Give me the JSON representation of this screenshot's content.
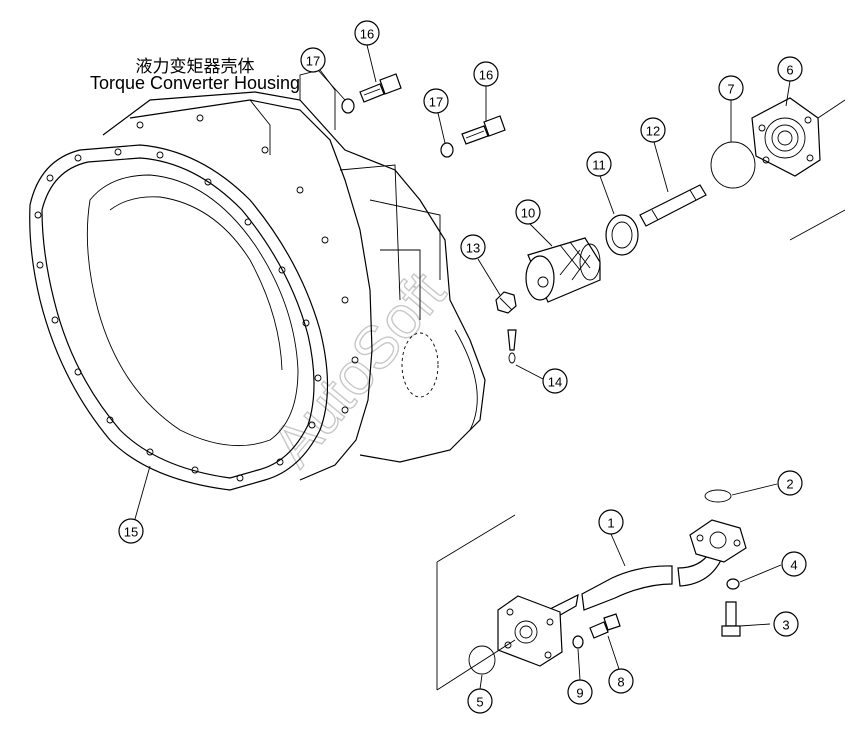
{
  "title": {
    "chinese": "液力变矩器壳体",
    "english": "Torque Converter Housing"
  },
  "watermark": "AutoSoft",
  "callouts": [
    {
      "id": "c1",
      "label": "1"
    },
    {
      "id": "c2",
      "label": "2"
    },
    {
      "id": "c3",
      "label": "3"
    },
    {
      "id": "c4",
      "label": "4"
    },
    {
      "id": "c5",
      "label": "5"
    },
    {
      "id": "c6",
      "label": "6"
    },
    {
      "id": "c7",
      "label": "7"
    },
    {
      "id": "c8",
      "label": "8"
    },
    {
      "id": "c9",
      "label": "9"
    },
    {
      "id": "c10",
      "label": "10"
    },
    {
      "id": "c11",
      "label": "11"
    },
    {
      "id": "c12",
      "label": "12"
    },
    {
      "id": "c13",
      "label": "13"
    },
    {
      "id": "c14",
      "label": "14"
    },
    {
      "id": "c15",
      "label": "15"
    },
    {
      "id": "c16a",
      "label": "16"
    },
    {
      "id": "c16b",
      "label": "16"
    },
    {
      "id": "c17a",
      "label": "17"
    },
    {
      "id": "c17b",
      "label": "17"
    }
  ]
}
